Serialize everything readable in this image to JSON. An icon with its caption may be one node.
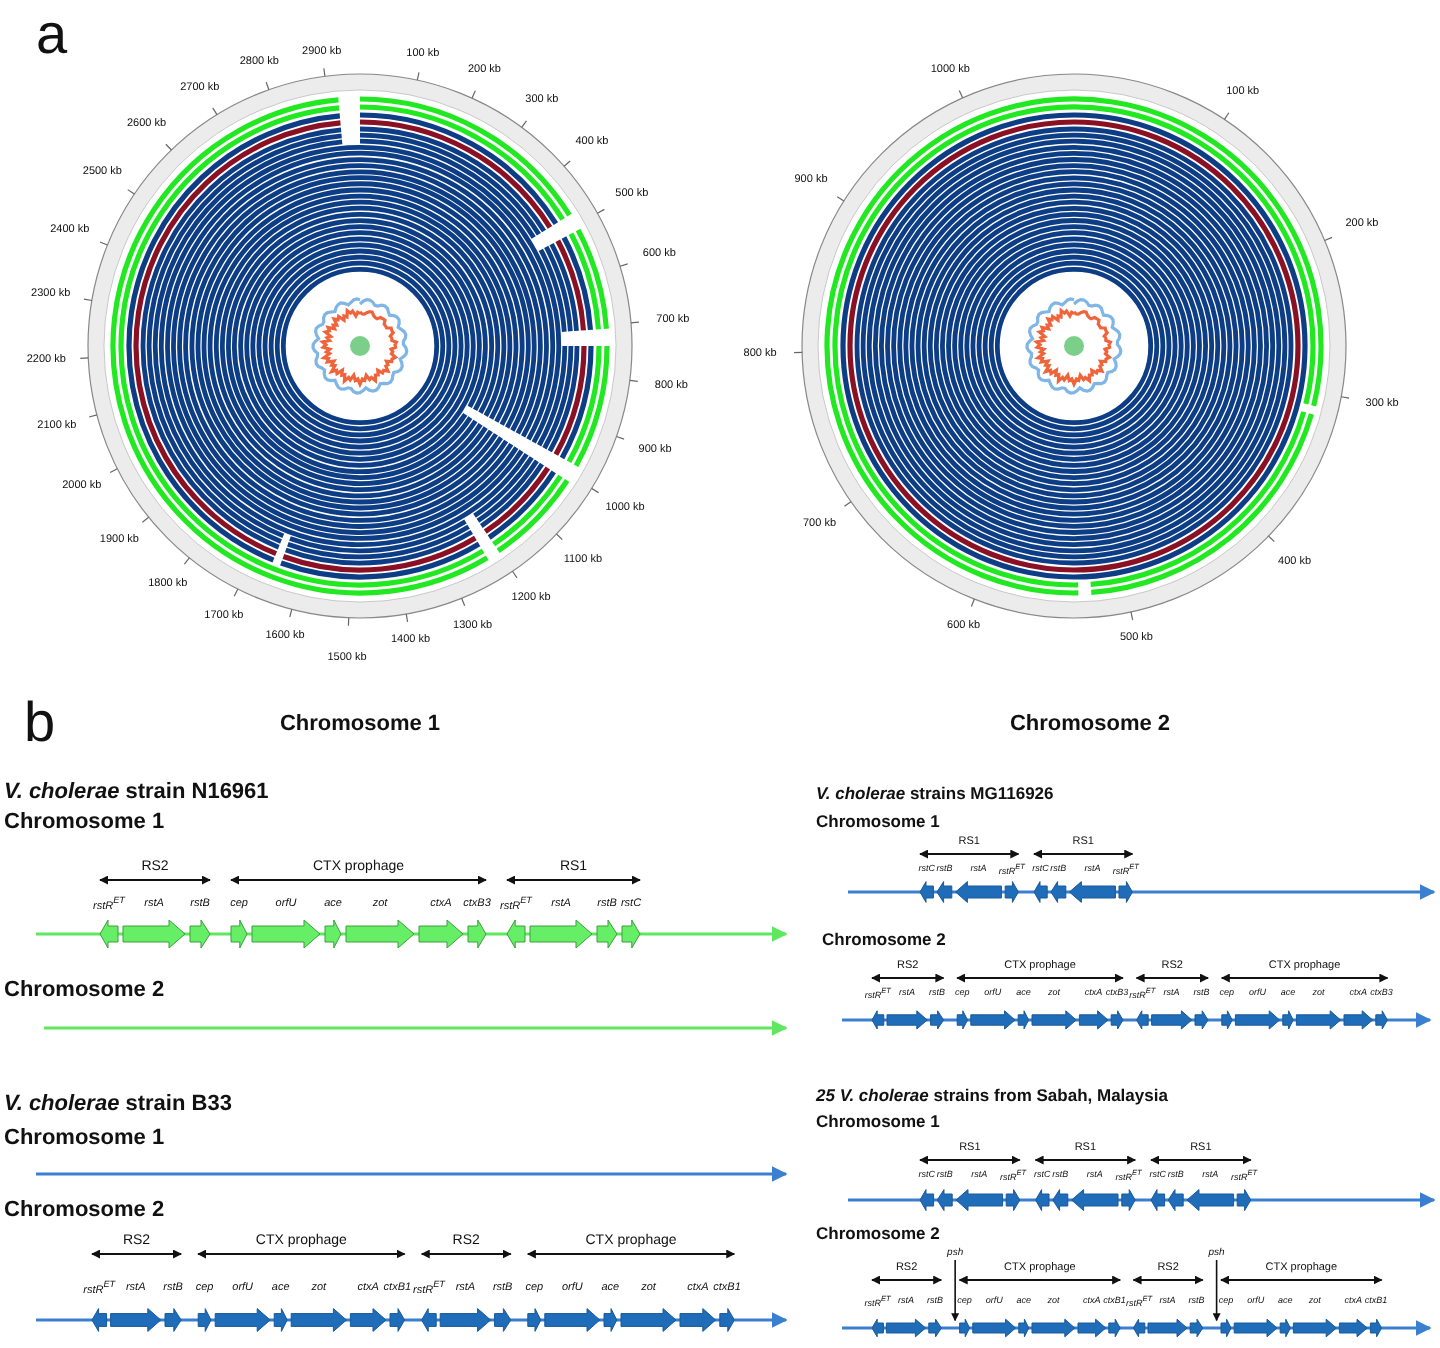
{
  "diagram": {
    "labels": [
      "a",
      "100 kb",
      "200 kb",
      "300 kb",
      "400 kb",
      "500 kb",
      "600 kb",
      "700 kb",
      "800 kb",
      "900 kb",
      "1000 kb",
      "1100 kb",
      "1200 kb",
      "1300 kb",
      "1400 kb",
      "1500 kb",
      "1600 kb",
      "1700 kb",
      "1800 kb",
      "1900 kb",
      "2000 kb",
      "2100 kb",
      "2200 kb",
      "2300 kb",
      "2400 kb",
      "2500 kb",
      "2600 kb",
      "2700 kb",
      "2800 kb",
      "2900 kb",
      "100 kb",
      "200 kb",
      "300 kb",
      "400 kb",
      "500 kb",
      "600 kb",
      "700 kb",
      "800 kb",
      "900 kb",
      "1000 kb",
      "b",
      "Chromosome 1",
      "Chromosome 2",
      "*V. cholerae* strain N16961",
      "Chromosome 1",
      "RS2",
      "CTX prophage",
      "RS1",
      "rstR$^{ET}$",
      "rstA",
      "rstB",
      "cep",
      "orfU",
      "ace",
      "zot",
      "ctxA",
      "ctxB3",
      "rstR$^{ET}$",
      "rstA",
      "rstB",
      "rstC",
      "Chromosome 2",
      "*V. cholerae* strain B33",
      "Chromosome 1",
      "Chromosome 2",
      "RS2",
      "CTX prophage",
      "RS2",
      "CTX prophage",
      "rstR$^{ET}$",
      "rstA",
      "rstB",
      "cep",
      "orfU",
      "ace",
      "zot",
      "ctxA",
      "ctxB1",
      "rstR$^{ET}$",
      "rstA",
      "rstB",
      "cep",
      "orfU",
      "ace",
      "zot",
      "ctxA",
      "ctxB1",
      "*V. cholerae* strains MG116926",
      "Chromosome 1",
      "RS1",
      "RS1",
      "rstC",
      "rstB",
      "rstA",
      "rstR$^{ET}$",
      "rstC",
      "rstB",
      "rstA",
      "rstR$^{ET}$",
      "Chromosome 2",
      "RS2",
      "CTX prophage",
      "RS2",
      "CTX prophage",
      "rstR$^{ET}$",
      "rstA",
      "rstB",
      "cep",
      "orfU",
      "ace",
      "zot",
      "ctxA",
      "ctxB3",
      "rstR$^{ET}$",
      "rstA",
      "rstB",
      "cep",
      "orfU",
      "ace",
      "zot",
      "ctxA",
      "ctxB3",
      "*25 V. cholerae* strains from Sabah, Malaysia",
      "Chromosome 1",
      "RS1",
      "RS1",
      "RS1",
      "rstC",
      "rstB",
      "rstA",
      "rstR$^{ET}$",
      "rstC",
      "rstB",
      "rstA",
      "rstR$^{ET}$",
      "rstC",
      "rstB",
      "rstA",
      "rstR$^{ET}$",
      "Chromosome 2",
      "psh",
      "psh",
      "RS2",
      "CTX prophage",
      "RS2",
      "CTX prophage",
      "rstR$^{ET}$",
      "rstA",
      "rstB",
      "cep",
      "orfU",
      "ace",
      "zot",
      "ctxA",
      "ctxB1",
      "rstR$^{ET}$",
      "rstA",
      "rstB",
      "cep",
      "orfU",
      "ace",
      "zot",
      "ctxA",
      "ctxB1"
    ]
  }
}
